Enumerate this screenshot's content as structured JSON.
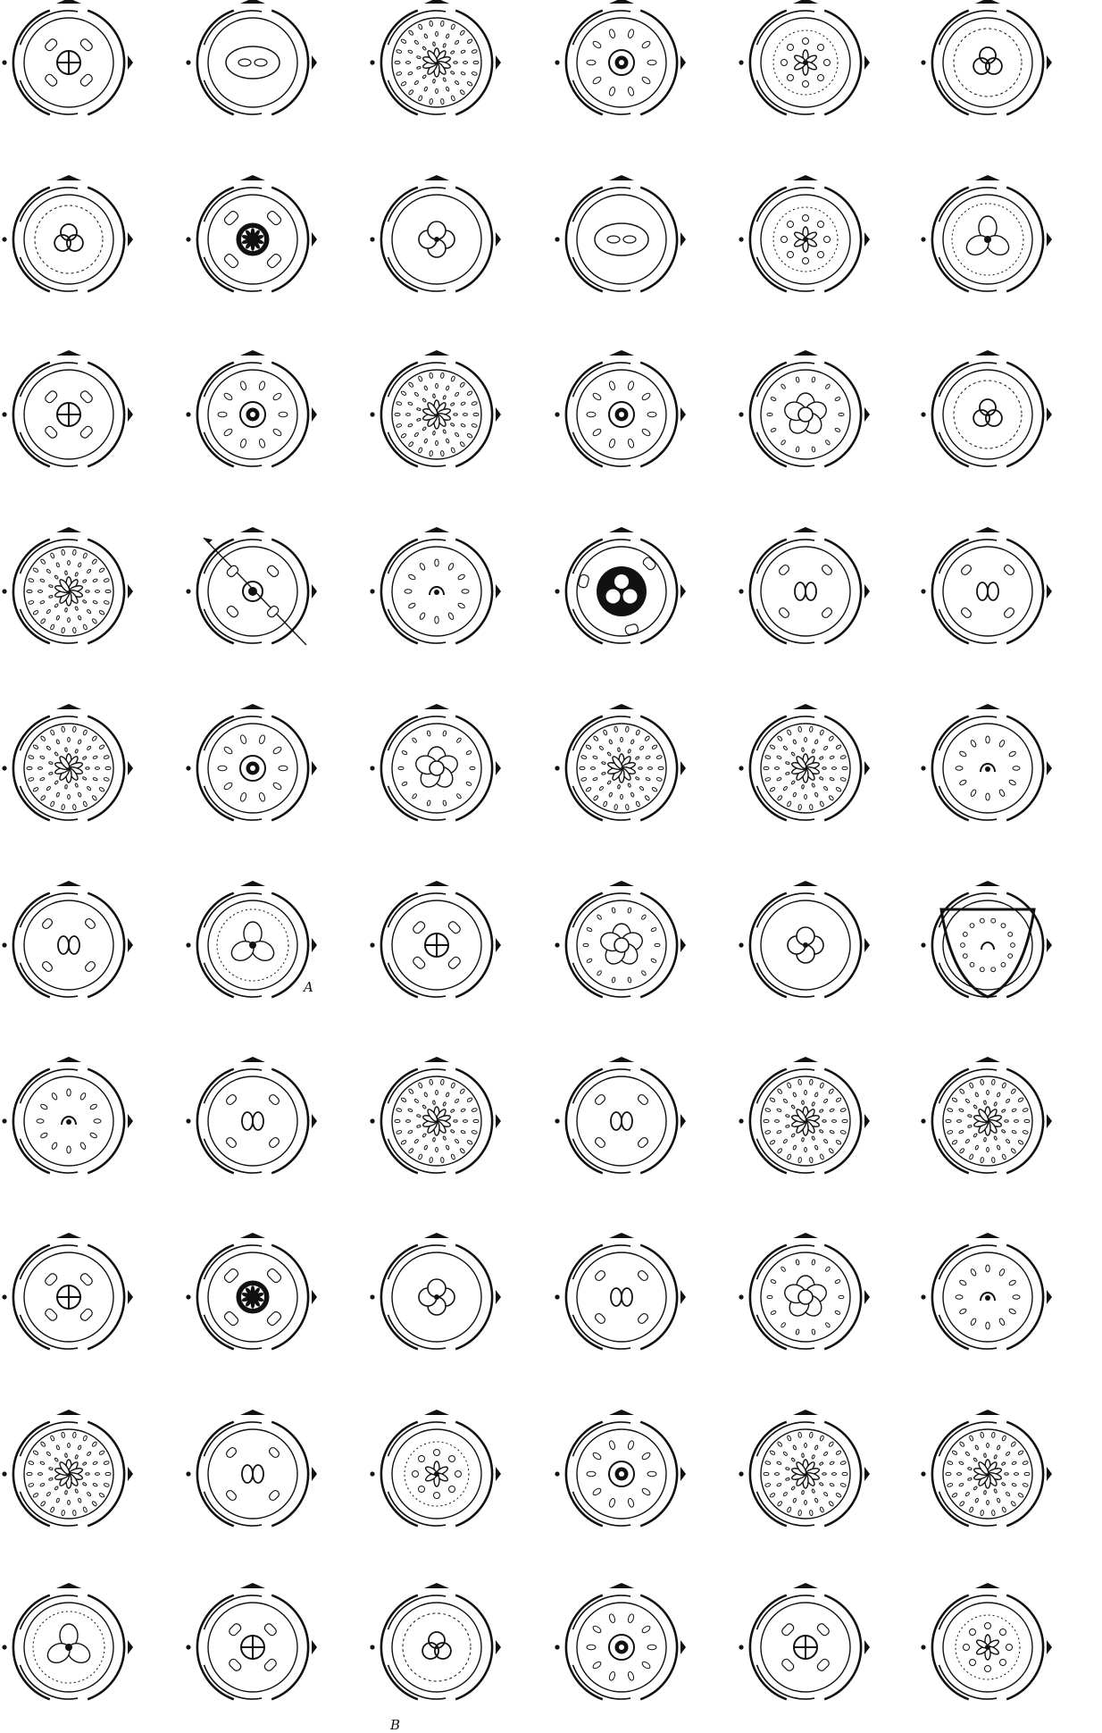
{
  "plate": {
    "rows": 10,
    "columns": 6,
    "ink_color": "#111111",
    "paper_color": "#ffffff",
    "marks": {
      "a": "A",
      "b": "B"
    },
    "diagrams": [
      {
        "variant": "quad-center"
      },
      {
        "variant": "oval-center"
      },
      {
        "variant": "radial-dots"
      },
      {
        "variant": "ring-center"
      },
      {
        "variant": "star-center"
      },
      {
        "variant": "trefoil-center"
      },
      {
        "variant": "trefoil-center"
      },
      {
        "variant": "bold-rosette"
      },
      {
        "variant": "four-petal"
      },
      {
        "variant": "oval-center"
      },
      {
        "variant": "star-center"
      },
      {
        "variant": "three-leaf"
      },
      {
        "variant": "quad-center"
      },
      {
        "variant": "ring-center"
      },
      {
        "variant": "radial-dots"
      },
      {
        "variant": "ring-center"
      },
      {
        "variant": "five-petal"
      },
      {
        "variant": "trefoil-center"
      },
      {
        "variant": "radial-dots"
      },
      {
        "variant": "arrow-through"
      },
      {
        "variant": "single-cell"
      },
      {
        "variant": "bold-trefoil"
      },
      {
        "variant": "double-cell"
      },
      {
        "variant": "double-cell"
      },
      {
        "variant": "radial-dots"
      },
      {
        "variant": "ring-center"
      },
      {
        "variant": "five-petal"
      },
      {
        "variant": "radial-dots"
      },
      {
        "variant": "radial-dots"
      },
      {
        "variant": "single-cell"
      },
      {
        "variant": "double-cell"
      },
      {
        "variant": "three-leaf"
      },
      {
        "variant": "quad-center"
      },
      {
        "variant": "five-petal"
      },
      {
        "variant": "four-petal"
      },
      {
        "variant": "triangle-shell"
      },
      {
        "variant": "single-cell"
      },
      {
        "variant": "double-cell"
      },
      {
        "variant": "radial-dots"
      },
      {
        "variant": "double-cell"
      },
      {
        "variant": "radial-dots"
      },
      {
        "variant": "radial-dots"
      },
      {
        "variant": "quad-center"
      },
      {
        "variant": "bold-rosette"
      },
      {
        "variant": "four-petal"
      },
      {
        "variant": "double-cell"
      },
      {
        "variant": "five-petal"
      },
      {
        "variant": "single-cell"
      },
      {
        "variant": "radial-dots"
      },
      {
        "variant": "double-cell"
      },
      {
        "variant": "star-center"
      },
      {
        "variant": "ring-center"
      },
      {
        "variant": "radial-dots"
      },
      {
        "variant": "radial-dots"
      },
      {
        "variant": "three-leaf"
      },
      {
        "variant": "quad-center"
      },
      {
        "variant": "trefoil-center"
      },
      {
        "variant": "ring-center"
      },
      {
        "variant": "quad-center"
      },
      {
        "variant": "star-center"
      }
    ]
  }
}
